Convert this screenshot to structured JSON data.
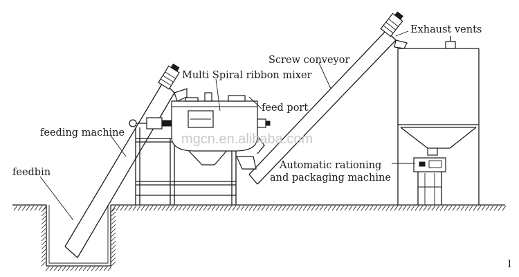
{
  "labels": {
    "exhaust_vents": "Exhaust vents",
    "screw_conveyor": "Screw conveyor",
    "mixer": "Multi Spiral ribbon mixer",
    "feed_port": "feed port",
    "feeding_machine": "feeding machine",
    "feedbin": "feedbin",
    "rationing_line1": "Automatic rationing",
    "rationing_line2": "and packaging machine",
    "watermark": "mgcn.en.alibaba.com",
    "corner_mark": "l"
  },
  "icons": {
    "motor": "motor-icon",
    "gearbox": "gearbox-icon"
  },
  "colors": {
    "ink": "#1a1a1a",
    "watermark": "#c9c9c9",
    "background": "#ffffff"
  }
}
